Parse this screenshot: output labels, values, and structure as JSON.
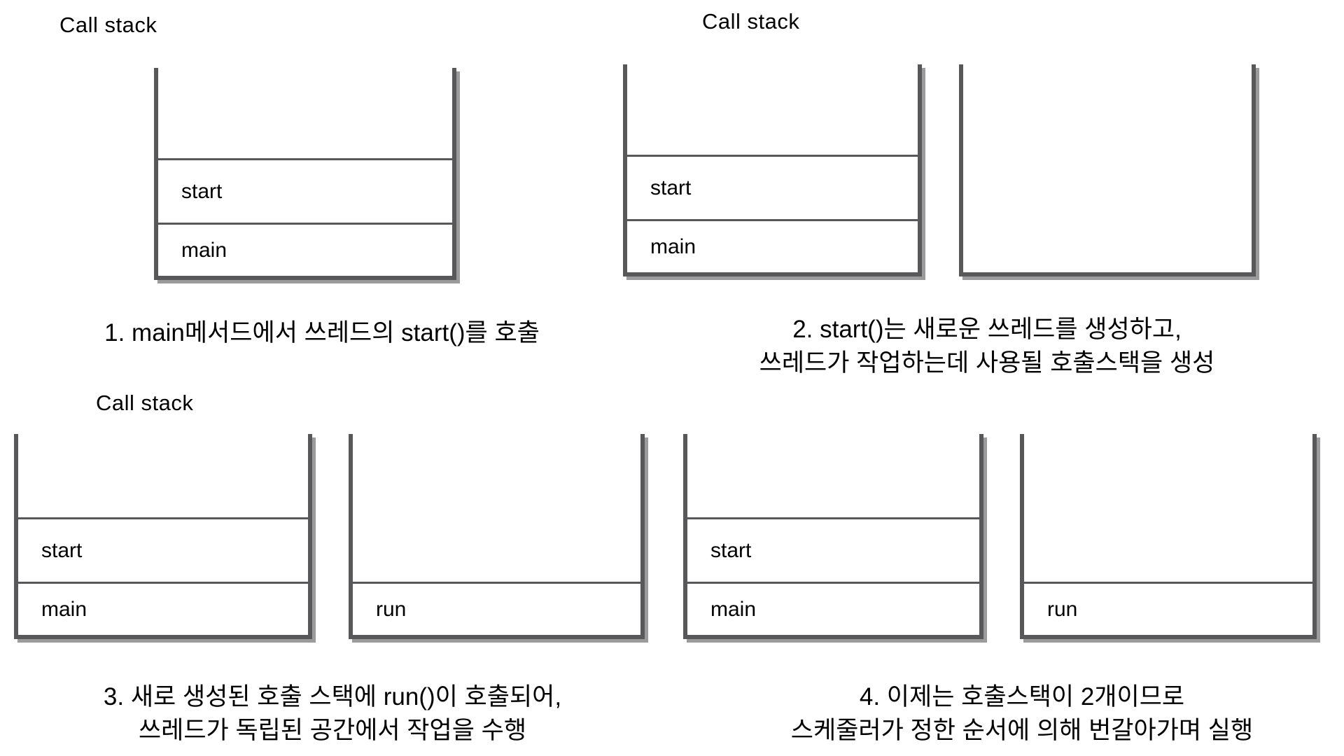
{
  "panels": [
    {
      "label": "Call stack",
      "stacks": [
        {
          "frames": [
            "start",
            "main"
          ]
        }
      ],
      "caption": [
        "1. main메서드에서 쓰레드의 start()를 호출"
      ]
    },
    {
      "label": "Call stack",
      "stacks": [
        {
          "frames": [
            "start",
            "main"
          ]
        },
        {
          "frames": []
        }
      ],
      "caption": [
        "2. start()는 새로운 쓰레드를 생성하고,",
        "쓰레드가 작업하는데 사용될 호출스택을 생성"
      ]
    },
    {
      "label": "Call stack",
      "stacks": [
        {
          "frames": [
            "start",
            "main"
          ]
        },
        {
          "frames": [
            "run"
          ]
        }
      ],
      "caption": [
        "3. 새로 생성된 호출 스택에 run()이 호출되어,",
        "쓰레드가 독립된 공간에서 작업을 수행"
      ]
    },
    {
      "stacks": [
        {
          "frames": [
            "start",
            "main"
          ]
        },
        {
          "frames": [
            "run"
          ]
        }
      ],
      "caption": [
        "4. 이제는 호출스택이 2개이므로",
        "스케줄러가 정한 순서에 의해 번갈아가며 실행"
      ]
    }
  ],
  "colors": {
    "border": "#58585a",
    "divider": "#58585a",
    "shadow": "#9b9b9b",
    "text": "#000000",
    "background": "#ffffff"
  }
}
